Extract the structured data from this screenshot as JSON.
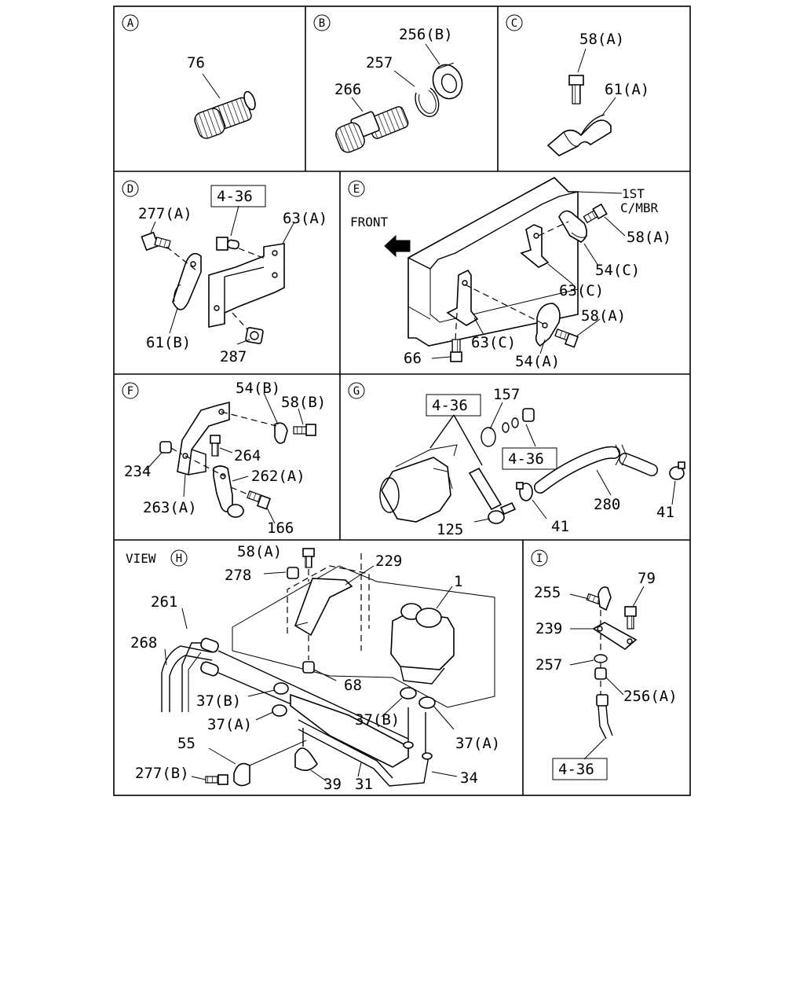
{
  "panels": {
    "A": {
      "badge": "A",
      "labels": [
        "76"
      ]
    },
    "B": {
      "badge": "B",
      "labels": [
        "256(B)",
        "257",
        "266"
      ]
    },
    "C": {
      "badge": "C",
      "labels": [
        "58(A)",
        "61(A)"
      ]
    },
    "D": {
      "badge": "D",
      "labels": [
        "277(A)",
        "4-36",
        "63(A)",
        "61(B)",
        "287"
      ]
    },
    "E": {
      "badge": "E",
      "labels": [
        "FRONT",
        "1ST",
        "C/MBR",
        "58(A)",
        "54(C)",
        "63(C)",
        "63(C)",
        "58(A)",
        "66",
        "54(A)"
      ]
    },
    "F": {
      "badge": "F",
      "labels": [
        "54(B)",
        "58(B)",
        "264",
        "234",
        "262(A)",
        "263(A)",
        "166"
      ]
    },
    "G": {
      "badge": "G",
      "labels": [
        "4-36",
        "157",
        "4-36",
        "280",
        "41",
        "41",
        "125"
      ]
    },
    "H": {
      "badge": "H",
      "view": "VIEW",
      "labels": [
        "58(A)",
        "229",
        "278",
        "1",
        "261",
        "268",
        "68",
        "37(B)",
        "37(A)",
        "37(B)",
        "37(A)",
        "55",
        "277(B)",
        "39",
        "31",
        "34"
      ]
    },
    "I": {
      "badge": "I",
      "labels": [
        "255",
        "79",
        "239",
        "257",
        "256(A)",
        "4-36"
      ]
    }
  }
}
